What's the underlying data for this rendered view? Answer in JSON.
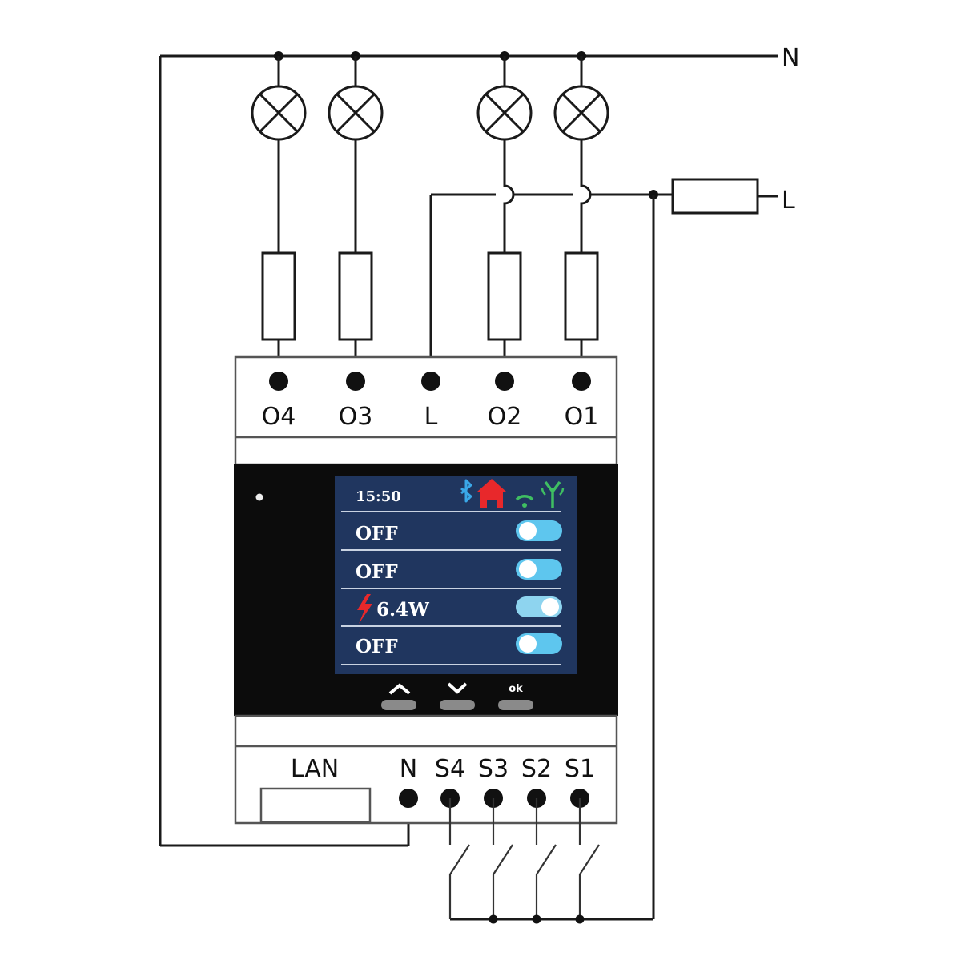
{
  "lines": {
    "neutral_label": "N",
    "live_label": "L"
  },
  "top_terminals": [
    "O4",
    "O3",
    "L",
    "O2",
    "O1"
  ],
  "bottom_terminals": {
    "lan_label": "LAN",
    "labels": [
      "N",
      "S4",
      "S3",
      "S2",
      "S1"
    ]
  },
  "screen": {
    "time": "15:50",
    "status_icons": [
      "bluetooth-icon",
      "home-icon",
      "wifi-icon",
      "antenna-icon"
    ],
    "channels": [
      {
        "text": "OFF",
        "power": false
      },
      {
        "text": "OFF",
        "power": false
      },
      {
        "text": "6.4W",
        "power": true
      },
      {
        "text": "OFF",
        "power": false
      }
    ],
    "buttons": [
      "up",
      "down",
      "ok"
    ],
    "ok_label": "ok"
  },
  "colors": {
    "screen_bg": "#20365f",
    "device_face": "#0c0c0c",
    "toggle": "#5ec6ee",
    "bolt": "#e8282b",
    "home": "#e8282b",
    "bluetooth": "#3aa8e8",
    "wifi": "#3fbe62"
  }
}
